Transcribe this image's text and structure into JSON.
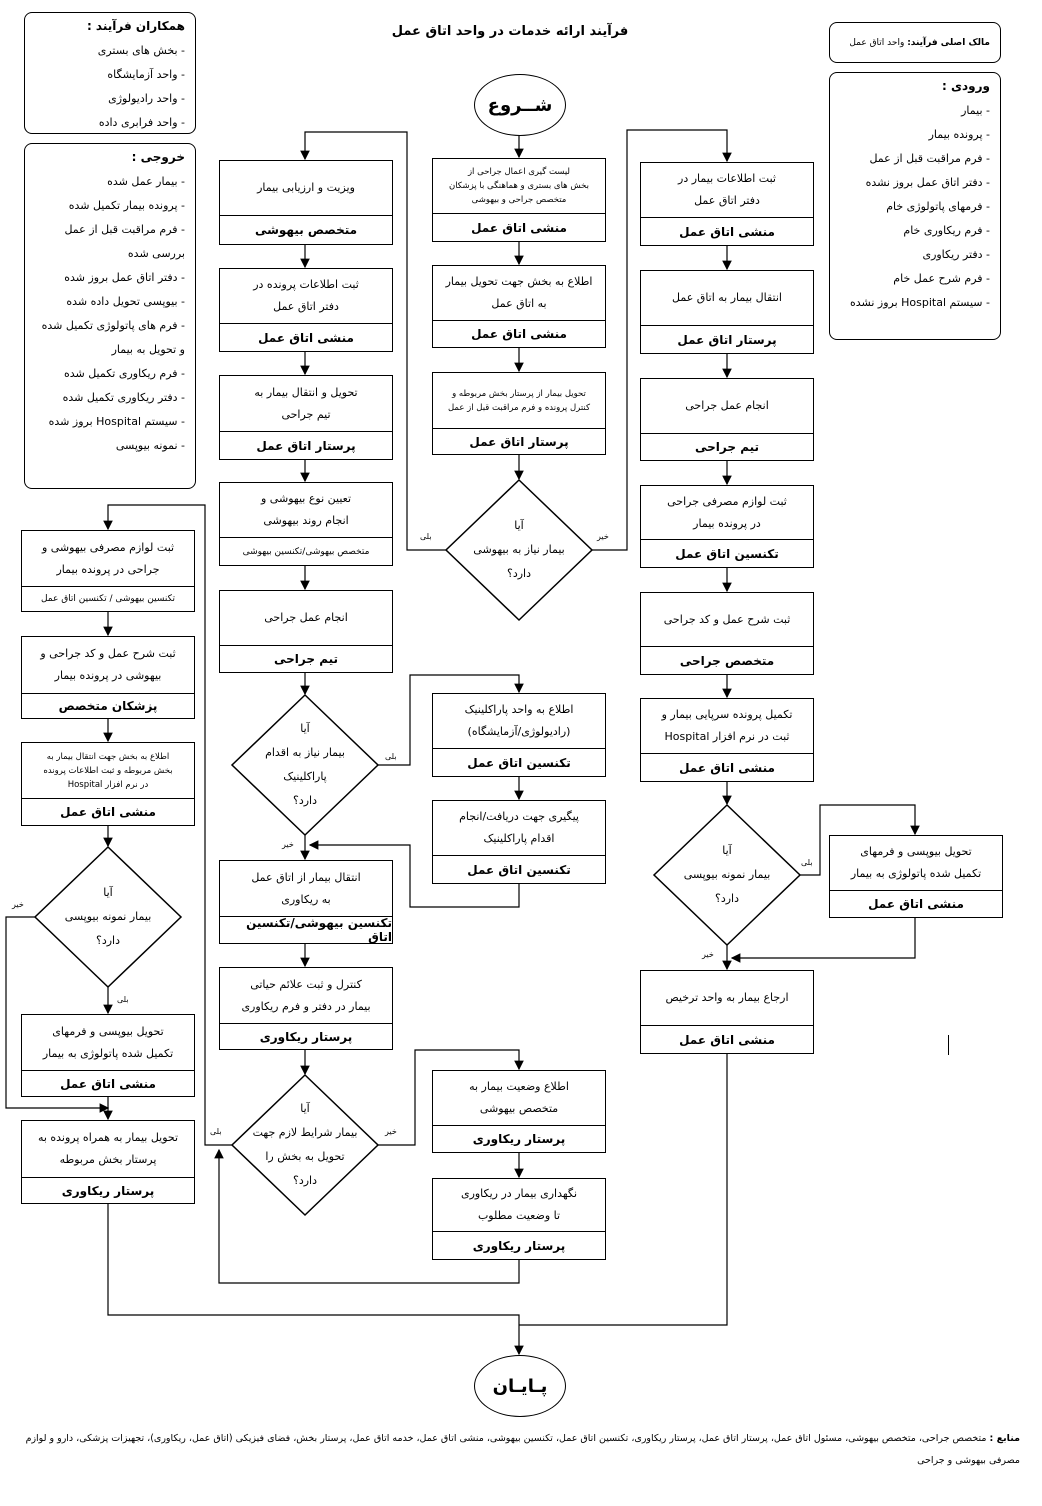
{
  "title": "فرآیند ارائه خدمات در واحد اتاق عمل",
  "owner": {
    "label": "مالک اصلی فرآیند:",
    "value": "واحد اتاق عمل"
  },
  "start": "شــروع",
  "end": "پـایـان",
  "partners": {
    "heading": "همکاران فرآیند :",
    "items": [
      "بخش های بستری",
      "واحد آزمایشگاه",
      "واحد رادیولوژی",
      "واحد فرابری داده"
    ]
  },
  "outputs": {
    "heading": "خروجی :",
    "items": [
      "بیمار عمل شده",
      "پرونده بیمار تکمیل شده",
      "فرم مراقبت قبل از عمل بررسی شده",
      "دفتر اتاق عمل بروز شده",
      "بیوپسی تحویل داده شده",
      "فرم های پاتولوژی تکمیل شده و تحویل به بیمار",
      "فرم ریکاوری تکمیل شده",
      "دفتر ریکاوری تکمیل شده",
      "سیستم Hospital بروز شده",
      "نمونه بیوپسی"
    ]
  },
  "inputs": {
    "heading": "ورودی :",
    "items": [
      "بیمار",
      "پرونده بیمار",
      "فرم مراقبت قبل از عمل",
      "دفتر اتاق عمل بروز نشده",
      "فرمهای پاتولوژی خام",
      "فرم ریکاوری خام",
      "دفتر ریکاوری",
      "فرم شرح عمل خام",
      "سیستم Hospital بروز نشده"
    ]
  },
  "boxes": {
    "b1": {
      "text": "لیست گیری اعمال جراحی از\nبخش های بستری و هماهنگی با پزشکان\nمتخصص جراحی و بیهوشی",
      "role": "منشی اتاق عمل"
    },
    "b2": {
      "text": "اطلاع به بخش جهت تحویل بیمار\nبه اتاق عمل",
      "role": "منشی اتاق عمل"
    },
    "b3": {
      "text": "تحویل بیمار از پرستار بخش مربوطه و\nکنترل پرونده و فرم مراقبت قبل از عمل",
      "role": "پرستار اتاق عمل"
    },
    "b4": {
      "text": "اطلاع به واحد پاراکلینیک\n(رادیولوژی/آزمایشگاه)",
      "role": "تکنسین اتاق عمل"
    },
    "b5": {
      "text": "پیگیری جهت دریافت/انجام\nاقدام پاراکلینیک",
      "role": "تکنسین اتاق عمل"
    },
    "b6": {
      "text": "اطلاع وضعیت بیمار به\nمتخصص بیهوشی",
      "role": "پرستار ریکاوری"
    },
    "b7": {
      "text": "نگهداری بیمار در ریکاوری\nتا وضعیت مطلوب",
      "role": "پرستار ریکاوری"
    },
    "c1": {
      "text": "ویزیت و ارزیابی بیمار",
      "role": "متخصص بیهوشی"
    },
    "c2": {
      "text": "ثبت اطلاعات پرونده در\nدفتر اتاق عمل",
      "role": "منشی اتاق عمل"
    },
    "c3": {
      "text": "تحویل و انتقال بیمار به\nتیم جراحی",
      "role": "پرستار اتاق عمل"
    },
    "c4": {
      "text": "تعیین نوع بیهوشی و\nانجام روند بیهوشی",
      "role": "متخصص بیهوشی/تکنسین بیهوشی"
    },
    "c5": {
      "text": "انجام عمل جراحی",
      "role": "تیم جراحی"
    },
    "c6": {
      "text": "انتقال بیمار از اتاق عمل\nبه ریکاوری",
      "role": "تکنسین بیهوشی/تکنسین اتاق"
    },
    "c7": {
      "text": "کنترل و ثبت علائم حیاتی\nبیمار در دفتر و فرم ریکاوری",
      "role": "پرستار ریکاوری"
    },
    "d1": {
      "text": "ثبت اطلاعات بیمار در\nدفتر اتاق عمل",
      "role": "منشی اتاق عمل"
    },
    "d2": {
      "text": "انتقال بیمار به اتاق عمل",
      "role": "پرستار اتاق عمل"
    },
    "d3": {
      "text": "انجام عمل جراحی",
      "role": "تیم جراحی"
    },
    "d4": {
      "text": "ثبت لوازم مصرفی جراحی\nدر پرونده بیمار",
      "role": "تکنسین اتاق عمل"
    },
    "d5": {
      "text": "ثبت شرح عمل و کد جراحی",
      "role": "متخصص جراحی"
    },
    "d6": {
      "text": "تکمیل پرونده سرپایی بیمار و\nثبت در نرم افزار Hospital",
      "role": "منشی اتاق عمل"
    },
    "d7": {
      "text": "ارجاع بیمار به واحد ترخیص",
      "role": "منشی اتاق عمل"
    },
    "e1": {
      "text": "تحویل بیوپسی و فرمهای\nتکمیل شده پاتولوژی به بیمار",
      "role": "منشی اتاق عمل"
    },
    "a1": {
      "text": "ثبت لوازم مصرفی بیهوشی و\nجراحی در پرونده بیمار",
      "role": "تکنسین بیهوشی / تکنسین اتاق عمل"
    },
    "a2": {
      "text": "ثبت شرح عمل و کد جراحی و\nبیهوشی در پرونده بیمار",
      "role": "پزشکان متخصص"
    },
    "a3": {
      "text": "اطلاع به بخش جهت انتقال بیمار به\nبخش مربوطه و ثبت اطلاعات پرونده\nدر نرم افزار Hospital",
      "role": "منشی اتاق عمل"
    },
    "a4": {
      "text": "تحویل بیوپسی و فرمهای\nتکمیل شده پاتولوژی به بیمار",
      "role": "منشی اتاق عمل"
    },
    "a5": {
      "text": "تحویل بیمار به همراه پرونده به\nپرستار بخش مربوطه",
      "role": "پرستار ریکاوری"
    }
  },
  "diamonds": {
    "q1": "آیا\nبیمار نیاز به بیهوشی\nدارد؟",
    "q2": "آیا\nبیمار نیاز به اقدام\nپاراکلینیک\nدارد؟",
    "q3": "آیا\nبیمار شرایط لازم جهت\nتحویل به بخش را\nدارد؟",
    "q4": "آیا\nبیمار نمونه بیوپسی\nدارد؟",
    "q5": "آیا\nبیمار نمونه بیوپسی\nدارد؟"
  },
  "yes": "بلی",
  "no": "خیر",
  "resources": {
    "label": "منابع :",
    "text": "متخصص جراحی، متخصص بیهوشی، مسئول اتاق عمل، پرستار اتاق عمل، پرستار ریکاوری، تکنسین اتاق عمل، تکنسین بیهوشی، منشی اتاق عمل، خدمه اتاق عمل، پرستار بخش، فضای فیزیکی (اتاق عمل، ریکاوری)، تجهیزات پزشکی، دارو و لوازم مصرفی بیهوشی و جراحی"
  }
}
